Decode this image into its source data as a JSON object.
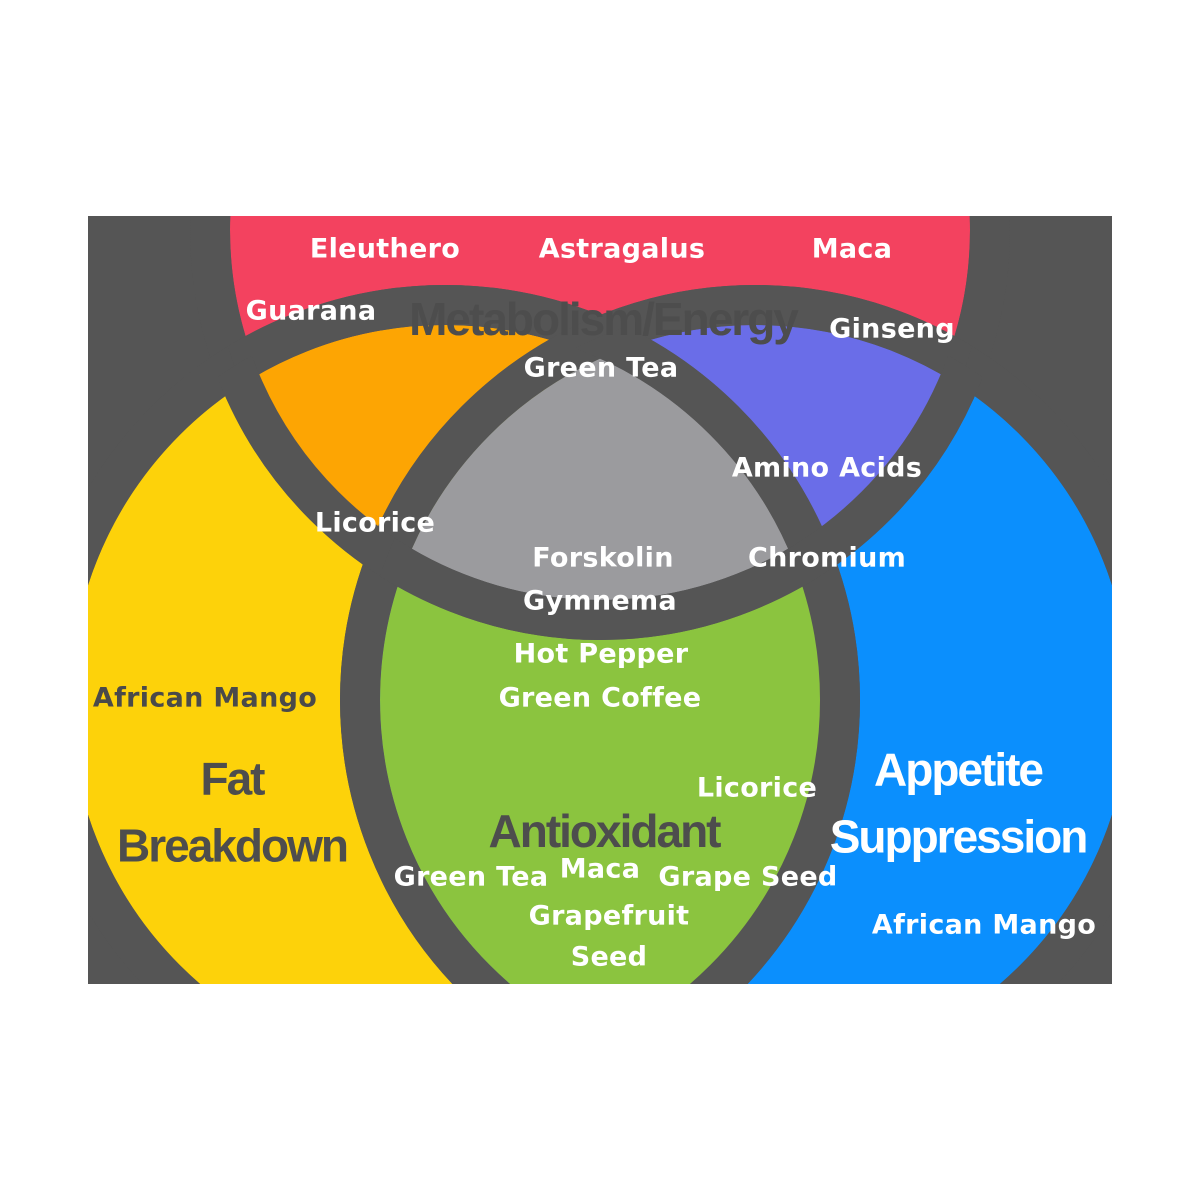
{
  "colors": {
    "background": "#555555",
    "page": "#ffffff",
    "metabolism": "#f3425f",
    "fat": "#fdd20a",
    "appetite": "#0b8ffd",
    "metabolism_fat": "#fda503",
    "metabolism_appetite": "#6a6de8",
    "center": "#9b9b9e",
    "antioxidant": "#8bc43f",
    "heading_dark": "#4d4d4d",
    "text_light": "#ffffff"
  },
  "metabolism": {
    "heading": "Metabolism/Energy",
    "items": [
      "Eleuthero",
      "Astragalus",
      "Maca",
      "Guarana",
      "Ginseng",
      "Green Tea"
    ]
  },
  "fat_breakdown": {
    "heading_line1": "Fat",
    "heading_line2": "Breakdown",
    "items": [
      "African Mango"
    ]
  },
  "appetite_suppression": {
    "heading_line1": "Appetite",
    "heading_line2": "Suppression",
    "items": [
      "African Mango"
    ]
  },
  "metabolism_fat_overlap": {
    "items": [
      "Licorice"
    ]
  },
  "metabolism_appetite_overlap": {
    "items": [
      "Amino Acids",
      "Chromium"
    ]
  },
  "center_overlap": {
    "items": [
      "Forskolin",
      "Gymnema",
      "Hot Pepper",
      "Green Coffee"
    ]
  },
  "antioxidant": {
    "heading": "Antioxidant",
    "items": [
      "Licorice",
      "Green Tea",
      "Maca",
      "Grape Seed",
      "Grapefruit",
      "Seed"
    ]
  }
}
